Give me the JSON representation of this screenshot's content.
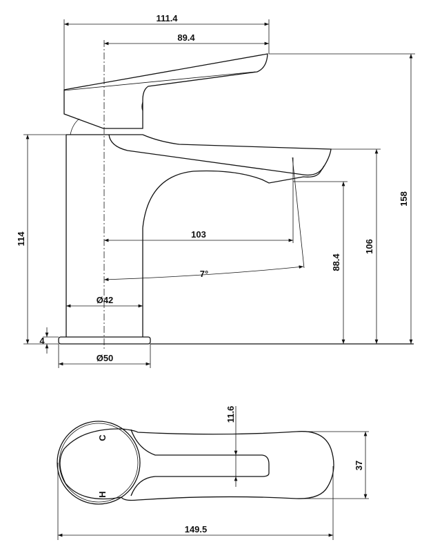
{
  "title": "Basin mixer tap dimension drawing",
  "side_view": {
    "dims": {
      "overall_handle_length": "111.4",
      "handle_from_center": "89.4",
      "total_height": "158",
      "spout_top_height": "106",
      "spout_outlet_height": "88.4",
      "body_height": "114",
      "base_thickness": "4",
      "spout_reach": "103",
      "spout_angle": "7°",
      "body_diameter": "Ø42",
      "base_diameter": "Ø50"
    }
  },
  "plan_view": {
    "marks": {
      "cold": "C",
      "hot": "H"
    },
    "dims": {
      "slot_width": "11.6",
      "handle_width": "37",
      "overall_length": "149.5"
    }
  },
  "colors": {
    "line": "#111111",
    "background": "#ffffff"
  }
}
